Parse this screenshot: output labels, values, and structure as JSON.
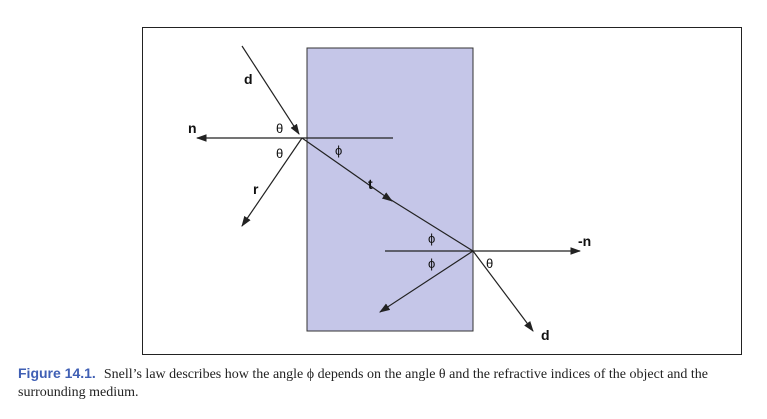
{
  "labels": {
    "incident": "d",
    "normal": "n",
    "reflected": "r",
    "transmitted": "t",
    "neg_normal": "-n",
    "exit": "d",
    "theta_top_above": "θ",
    "theta_top_below": "θ",
    "phi_top": "ϕ",
    "phi_exit_above": "ϕ",
    "phi_exit_below": "ϕ",
    "theta_exit": "θ"
  },
  "caption": {
    "label": "Figure 14.1.",
    "text": "Snell’s law describes how the angle ϕ depends on the angle θ and the refractive indices of the object and the surrounding medium."
  },
  "colors": {
    "medium_fill": "#c5c6e8",
    "line": "#222222",
    "caption_label": "#3f5fb4"
  }
}
